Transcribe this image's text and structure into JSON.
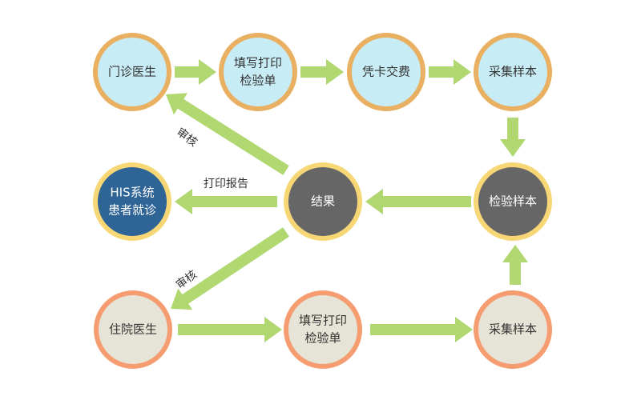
{
  "diagram": {
    "colors": {
      "arrow": "#b0d770",
      "outpatient_fill": "#c8ecf6",
      "outpatient_ring": "#e9b062",
      "center_fill": "#666666",
      "center_ring": "#f7d775",
      "his_fill": "#2e6496",
      "inpatient_fill": "#e6e4d6",
      "inpatient_ring": "#f59d70",
      "dark_text": "#333333",
      "light_text": "#ffffff"
    },
    "nodes": [
      {
        "id": "outpatient-doctor",
        "lines": [
          "门诊医生"
        ],
        "style": "outpatient"
      },
      {
        "id": "outpatient-fill-form",
        "lines": [
          "填写打印",
          "检验单"
        ],
        "style": "outpatient"
      },
      {
        "id": "card-payment",
        "lines": [
          "凭卡交费"
        ],
        "style": "outpatient"
      },
      {
        "id": "outpatient-collect-sample",
        "lines": [
          "采集样本"
        ],
        "style": "outpatient"
      },
      {
        "id": "test-sample",
        "lines": [
          "检验样本"
        ],
        "style": "center"
      },
      {
        "id": "result",
        "lines": [
          "结果"
        ],
        "style": "center"
      },
      {
        "id": "his-system",
        "lines": [
          "HIS系统",
          "患者就诊"
        ],
        "style": "his"
      },
      {
        "id": "inpatient-doctor",
        "lines": [
          "住院医生"
        ],
        "style": "inpatient"
      },
      {
        "id": "inpatient-fill-form",
        "lines": [
          "填写打印",
          "检验单"
        ],
        "style": "inpatient"
      },
      {
        "id": "inpatient-collect-sample",
        "lines": [
          "采集样本"
        ],
        "style": "inpatient"
      }
    ],
    "edges": [
      {
        "from": "outpatient-doctor",
        "to": "outpatient-fill-form",
        "label": ""
      },
      {
        "from": "outpatient-fill-form",
        "to": "card-payment",
        "label": ""
      },
      {
        "from": "card-payment",
        "to": "outpatient-collect-sample",
        "label": ""
      },
      {
        "from": "outpatient-collect-sample",
        "to": "test-sample",
        "label": ""
      },
      {
        "from": "test-sample",
        "to": "result",
        "label": ""
      },
      {
        "from": "result",
        "to": "his-system",
        "label": "打印报告"
      },
      {
        "from": "result",
        "to": "outpatient-doctor",
        "label": "审核"
      },
      {
        "from": "result",
        "to": "inpatient-doctor",
        "label": "审核"
      },
      {
        "from": "inpatient-doctor",
        "to": "inpatient-fill-form",
        "label": ""
      },
      {
        "from": "inpatient-fill-form",
        "to": "inpatient-collect-sample",
        "label": ""
      },
      {
        "from": "inpatient-collect-sample",
        "to": "test-sample",
        "label": ""
      }
    ]
  }
}
